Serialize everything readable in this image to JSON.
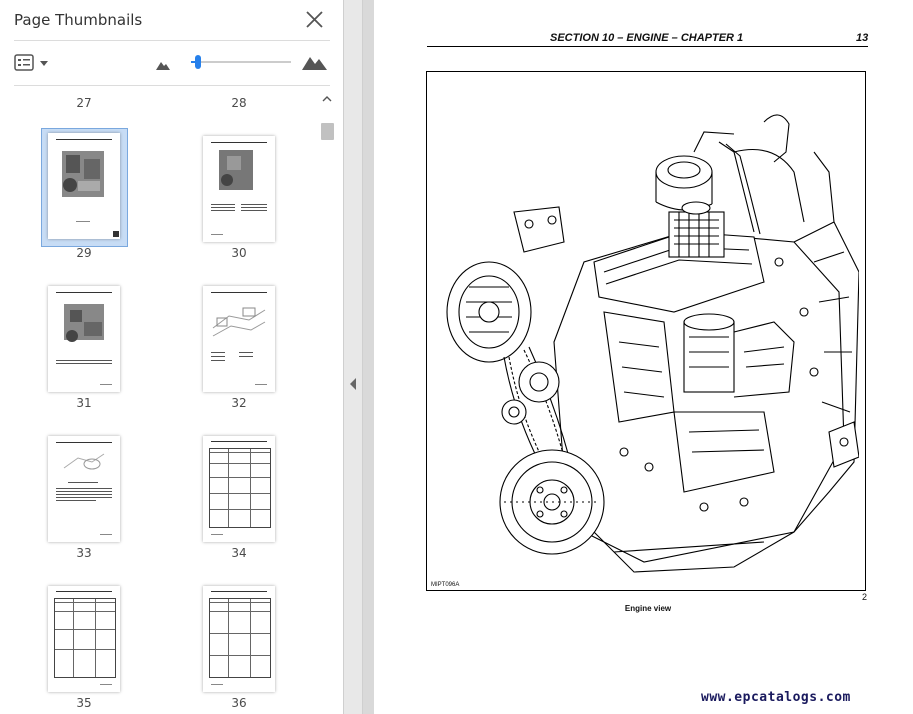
{
  "sidebar": {
    "title": "Page Thumbnails",
    "pages": [
      {
        "left": "27",
        "right": "28"
      },
      {
        "left": "29",
        "right": "30"
      },
      {
        "left": "31",
        "right": "32"
      },
      {
        "left": "33",
        "right": "34"
      },
      {
        "left": "35",
        "right": "36"
      }
    ],
    "selected_page": "29"
  },
  "zoom": {
    "level": 0.05
  },
  "colors": {
    "accent": "#2680eb",
    "selection": "#c7dcf5",
    "watermark": "#1a1a5e"
  },
  "icons": [
    "close-icon",
    "thumbnail-options-icon",
    "small-mountain-icon",
    "large-mountain-icon",
    "scroll-up-icon",
    "collapse-panel-icon"
  ],
  "document": {
    "header": "SECTION 10 – ENGINE – CHAPTER 1",
    "page_number": "13",
    "figure_code": "MIPT096A",
    "figure_number": "2",
    "caption": "Engine view"
  },
  "watermark": "www.epcatalogs.com"
}
